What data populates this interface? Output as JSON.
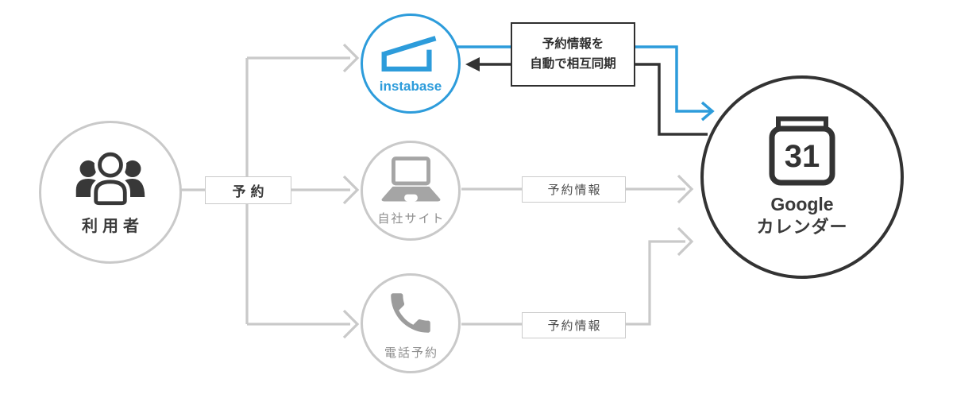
{
  "colors": {
    "accent_blue": "#2D9CDB",
    "dark": "#333333",
    "gray_line": "#C9C9C9",
    "gray_icon": "#A0A0A0",
    "gray_label": "#8E8E8E"
  },
  "users": {
    "label": "利用者"
  },
  "reservation": {
    "label": "予約"
  },
  "instabase": {
    "label": "instabase"
  },
  "website": {
    "label": "自社サイト"
  },
  "phone": {
    "label": "電話予約"
  },
  "sync": {
    "line1": "予約情報を",
    "line2": "自動で相互同期"
  },
  "info_website": {
    "label": "予約情報"
  },
  "info_phone": {
    "label": "予約情報"
  },
  "google": {
    "day": "31",
    "line1": "Google",
    "line2": "カレンダー"
  }
}
